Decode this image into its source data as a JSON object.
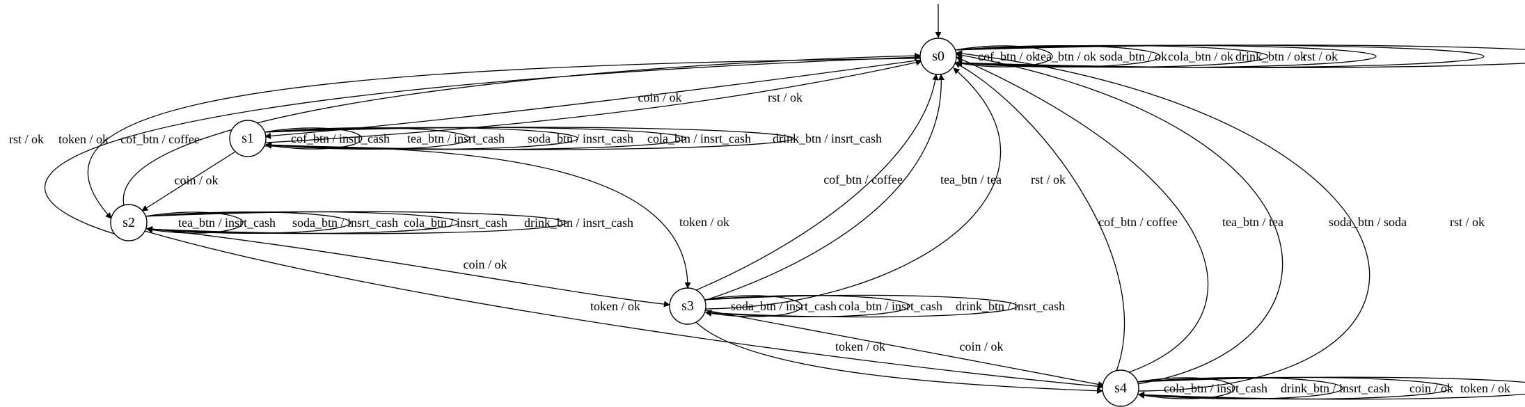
{
  "diagram": {
    "states": [
      {
        "id": "s0",
        "label": "s0",
        "initial": true
      },
      {
        "id": "s1",
        "label": "s1"
      },
      {
        "id": "s2",
        "label": "s2"
      },
      {
        "id": "s3",
        "label": "s3"
      },
      {
        "id": "s4",
        "label": "s4"
      }
    ],
    "transitions": [
      {
        "from": "s0",
        "to": "s0",
        "label": "cof_btn / ok"
      },
      {
        "from": "s0",
        "to": "s0",
        "label": "tea_btn / ok"
      },
      {
        "from": "s0",
        "to": "s0",
        "label": "soda_btn / ok"
      },
      {
        "from": "s0",
        "to": "s0",
        "label": "cola_btn / ok"
      },
      {
        "from": "s0",
        "to": "s0",
        "label": "drink_btn / ok"
      },
      {
        "from": "s0",
        "to": "s0",
        "label": "rst / ok"
      },
      {
        "from": "s0",
        "to": "s1",
        "label": "coin / ok"
      },
      {
        "from": "s1",
        "to": "s0",
        "label": "rst / ok"
      },
      {
        "from": "s1",
        "to": "s1",
        "label": "cof_btn / insrt_cash"
      },
      {
        "from": "s1",
        "to": "s1",
        "label": "tea_btn / insrt_cash"
      },
      {
        "from": "s1",
        "to": "s1",
        "label": "soda_btn / insrt_cash"
      },
      {
        "from": "s1",
        "to": "s1",
        "label": "cola_btn / insrt_cash"
      },
      {
        "from": "s1",
        "to": "s1",
        "label": "drink_btn / insrt_cash"
      },
      {
        "from": "s1",
        "to": "s2",
        "label": "coin / ok"
      },
      {
        "from": "s1",
        "to": "s3",
        "label": "token / ok"
      },
      {
        "from": "s2",
        "to": "s0",
        "label": "rst / ok"
      },
      {
        "from": "s0",
        "to": "s2",
        "label": "token / ok"
      },
      {
        "from": "s2",
        "to": "s0",
        "label": "cof_btn / coffee"
      },
      {
        "from": "s2",
        "to": "s2",
        "label": "tea_btn / insrt_cash"
      },
      {
        "from": "s2",
        "to": "s2",
        "label": "soda_btn / insrt_cash"
      },
      {
        "from": "s2",
        "to": "s2",
        "label": "cola_btn / insrt_cash"
      },
      {
        "from": "s2",
        "to": "s2",
        "label": "drink_btn / insrt_cash"
      },
      {
        "from": "s2",
        "to": "s3",
        "label": "coin / ok"
      },
      {
        "from": "s2",
        "to": "s4",
        "label": "token / ok"
      },
      {
        "from": "s3",
        "to": "s0",
        "label": "cof_btn / coffee"
      },
      {
        "from": "s3",
        "to": "s0",
        "label": "tea_btn / tea"
      },
      {
        "from": "s3",
        "to": "s0",
        "label": "rst / ok"
      },
      {
        "from": "s3",
        "to": "s3",
        "label": "soda_btn / insrt_cash"
      },
      {
        "from": "s3",
        "to": "s3",
        "label": "cola_btn / insrt_cash"
      },
      {
        "from": "s3",
        "to": "s3",
        "label": "drink_btn / insrt_cash"
      },
      {
        "from": "s3",
        "to": "s4",
        "label": "token / ok"
      },
      {
        "from": "s3",
        "to": "s4",
        "label": "coin / ok"
      },
      {
        "from": "s4",
        "to": "s0",
        "label": "cof_btn / coffee"
      },
      {
        "from": "s4",
        "to": "s0",
        "label": "tea_btn / tea"
      },
      {
        "from": "s4",
        "to": "s0",
        "label": "soda_btn / soda"
      },
      {
        "from": "s4",
        "to": "s0",
        "label": "rst / ok"
      },
      {
        "from": "s4",
        "to": "s4",
        "label": "cola_btn / insrt_cash"
      },
      {
        "from": "s4",
        "to": "s4",
        "label": "drink_btn / insrt_cash"
      },
      {
        "from": "s4",
        "to": "s4",
        "label": "coin / ok"
      },
      {
        "from": "s4",
        "to": "s4",
        "label": "token / ok"
      }
    ]
  }
}
